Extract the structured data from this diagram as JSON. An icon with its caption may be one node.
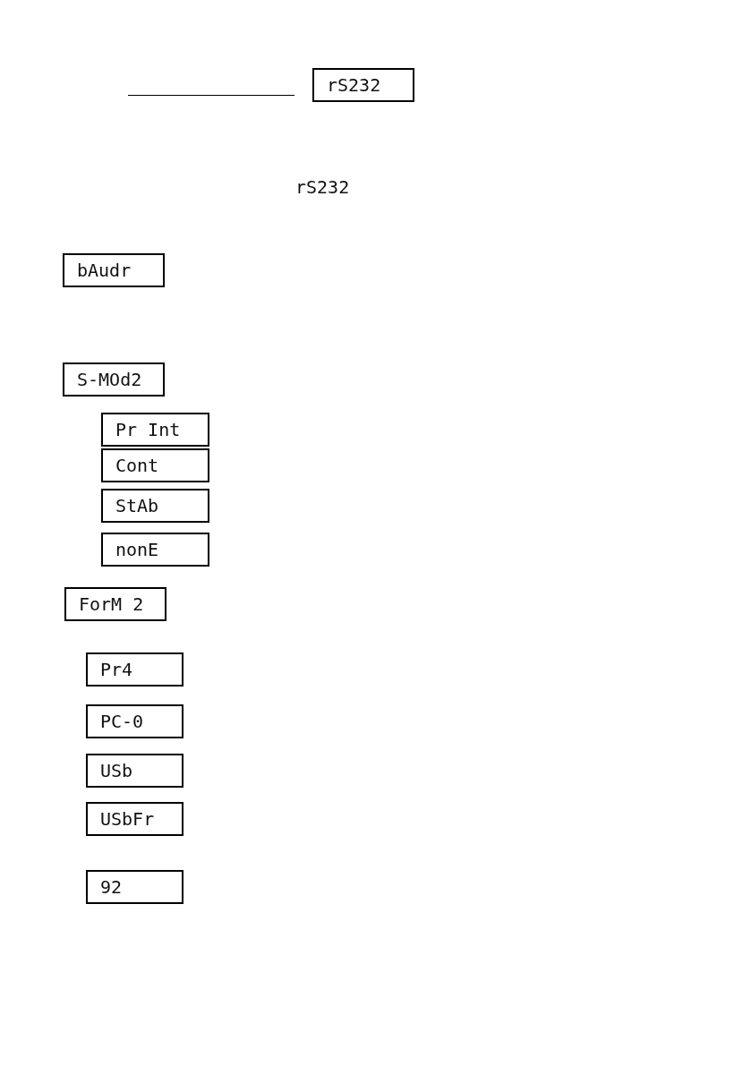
{
  "diagram": {
    "nodes": [
      {
        "text": [
          "rS232"
        ]
      },
      {
        "text": [
          "bAudr"
        ]
      },
      {
        "text": [
          "S-MOd2"
        ]
      },
      {
        "text": [
          "Pr Int"
        ]
      },
      {
        "text": [
          "Cont"
        ]
      },
      {
        "text": [
          "StAb"
        ]
      },
      {
        "text": [
          "nonE"
        ]
      },
      {
        "text": [
          "ForM 2"
        ]
      },
      {
        "text": [
          "Pr4"
        ]
      },
      {
        "text": [
          "PC-0"
        ]
      },
      {
        "text": [
          "USb"
        ]
      },
      {
        "text": [
          "USbFr"
        ]
      },
      {
        "text": [
          "92"
        ]
      }
    ],
    "labels": [
      "rS232"
    ]
  }
}
